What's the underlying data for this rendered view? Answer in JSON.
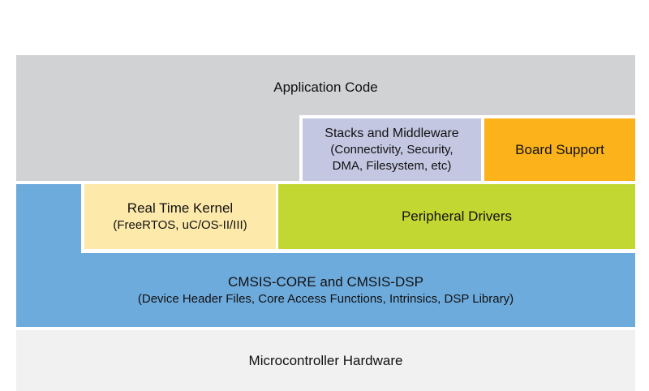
{
  "colors": {
    "app": "#d1d2d4",
    "stacks": "#c4c7e2",
    "board": "#fbb21b",
    "rtk": "#fde9a9",
    "periph": "#c2d731",
    "cmsis": "#6eabdd",
    "hw": "#f1f1f1"
  },
  "blocks": {
    "application": {
      "title": "Application Code"
    },
    "stacks": {
      "title": "Stacks and Middleware",
      "subtitle_line1": "(Connectivity, Security,",
      "subtitle_line2": "DMA, Filesystem, etc)"
    },
    "board": {
      "title": "Board Support"
    },
    "rtk": {
      "title": "Real Time Kernel",
      "subtitle": "(FreeRTOS, uC/OS-II/III)"
    },
    "peripheral": {
      "title": "Peripheral Drivers"
    },
    "cmsis": {
      "title": "CMSIS-CORE and CMSIS-DSP",
      "subtitle": "(Device Header Files, Core Access Functions, Intrinsics, DSP Library)"
    },
    "hardware": {
      "title": "Microcontroller Hardware"
    }
  }
}
